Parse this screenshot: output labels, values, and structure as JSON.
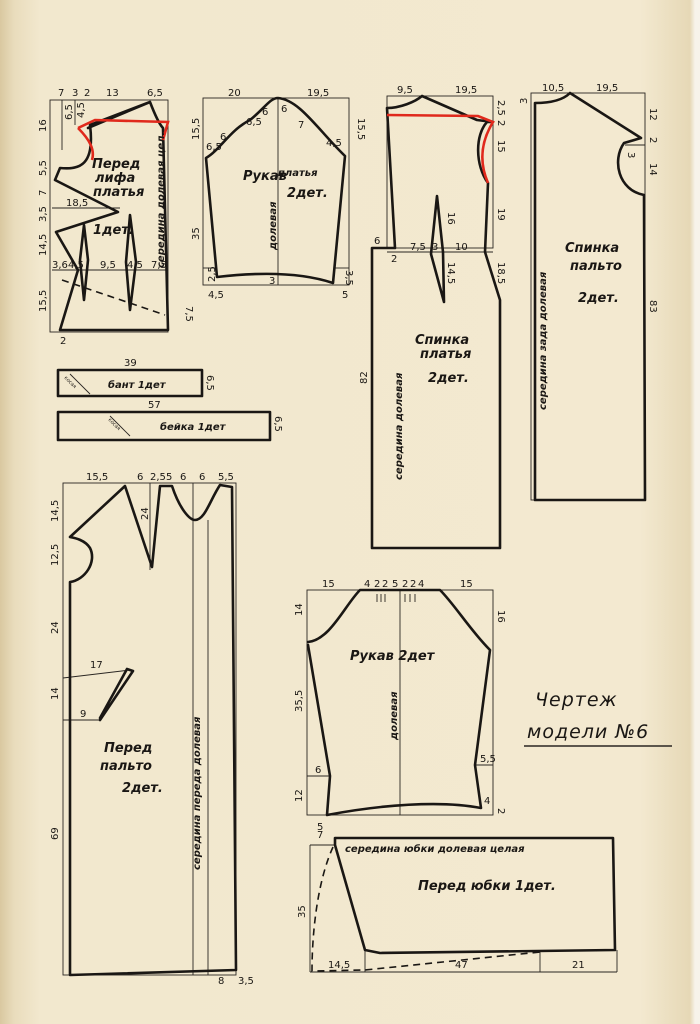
{
  "title": {
    "line1": "Чертеж",
    "line2": "модели №6"
  },
  "bodice_front": {
    "name": [
      "Перед",
      "лифа",
      "платья"
    ],
    "count": "1дет.",
    "grain": "середина долевая цел.",
    "top": [
      "7",
      "3",
      "2",
      "13",
      "6,5"
    ],
    "left": [
      "16",
      "5,5",
      "7",
      "3,5",
      "14,5",
      "15,5"
    ],
    "inner": [
      "6,5",
      "4,5",
      "18,5",
      "3,6",
      "4,5",
      "9,5",
      "4,5",
      "7,5"
    ],
    "right": "7,5",
    "bottom": "2"
  },
  "dress_sleeve": {
    "name": [
      "Рукав",
      "платья"
    ],
    "count": "2дет.",
    "grain": "долевая",
    "top": [
      "20",
      "19,5"
    ],
    "left": [
      "15,5",
      "35",
      "2,5"
    ],
    "right": [
      "15,5",
      "3,5"
    ],
    "cap": [
      "6,5",
      "6",
      "6,5",
      "6",
      "6",
      "7",
      "4,5"
    ],
    "bottom": [
      "4,5",
      "3",
      "5"
    ]
  },
  "dress_back": {
    "name": [
      "Спинка",
      "платья"
    ],
    "count": "2дет.",
    "grain": "середина долевая",
    "top": [
      "9,5",
      "19,5"
    ],
    "right": [
      "2,5",
      "2",
      "15",
      "19",
      "18,5"
    ],
    "inner": [
      "6",
      "2",
      "7,5",
      "3",
      "10",
      "16",
      "14,5"
    ],
    "left": "82"
  },
  "coat_back": {
    "name": [
      "Спинка",
      "пальто"
    ],
    "count": "2дет.",
    "grain": "середина зада долевая",
    "top": [
      "10,5",
      "19,5"
    ],
    "left": "3",
    "right": [
      "12",
      "2",
      "14",
      "83"
    ],
    "inner": "3"
  },
  "bow": {
    "label": "бант 1дет",
    "length": "39",
    "width": "6,5",
    "bias": "косая"
  },
  "bias_strip": {
    "label": "бейка 1дет",
    "length": "57",
    "width": "6,5",
    "bias": "косая"
  },
  "coat_front": {
    "name": [
      "Перед",
      "пальто"
    ],
    "count": "2дет.",
    "grain": "середина переда долевая",
    "top": [
      "15,5",
      "6",
      "2,5",
      "5",
      "6",
      "6",
      "5,5"
    ],
    "left": [
      "14,5",
      "12,5",
      "24",
      "14",
      "69"
    ],
    "inner": [
      "24",
      "17",
      "9"
    ],
    "bottom": [
      "8",
      "3,5"
    ]
  },
  "coat_sleeve": {
    "name": "Рукав 2дет",
    "grain": "долевая",
    "top": [
      "15",
      "4",
      "2",
      "2",
      "5",
      "2",
      "2",
      "4",
      "15"
    ],
    "left": [
      "14",
      "35,5",
      "6",
      "12",
      "5"
    ],
    "right": [
      "16",
      "5,5",
      "4",
      "2"
    ]
  },
  "skirt_front": {
    "name": "Перед юбки 1дет.",
    "grain": "середина юбки долевая целая",
    "left": [
      "7",
      "35"
    ],
    "bottom": [
      "14,5",
      "47",
      "21"
    ]
  }
}
